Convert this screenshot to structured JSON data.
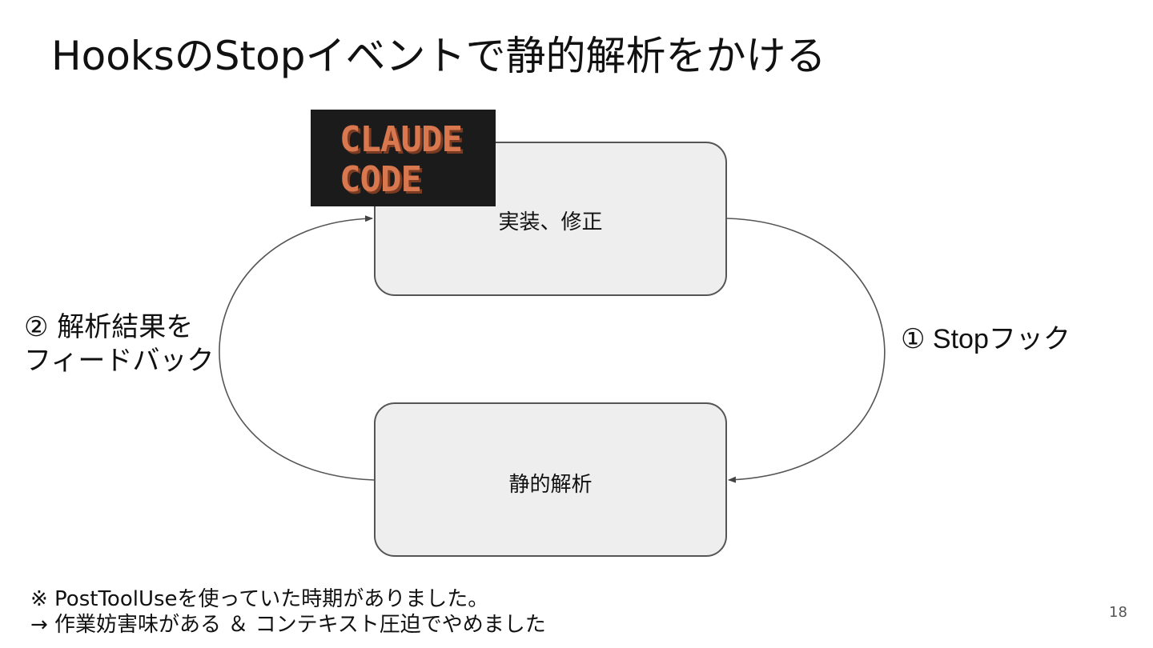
{
  "slide": {
    "title": "HooksのStopイベントで静的解析をかける",
    "page_number": "18"
  },
  "logo": {
    "line1": "CLAUDE",
    "line2": "CODE"
  },
  "nodes": {
    "top": "実装、修正",
    "bottom": "静的解析"
  },
  "edges": {
    "right_label": "① Stopフック",
    "left_label_line1": "② 解析結果を",
    "left_label_line2": "フィードバック"
  },
  "note": {
    "line1": "※ PostToolUseを使っていた時期がありました。",
    "line2": "→ 作業妨害味がある ＆ コンテキスト圧迫でやめました"
  },
  "colors": {
    "box_fill": "#eeeeee",
    "box_border": "#555555",
    "logo_bg": "#1b1b1b",
    "logo_text": "#d9774f"
  }
}
